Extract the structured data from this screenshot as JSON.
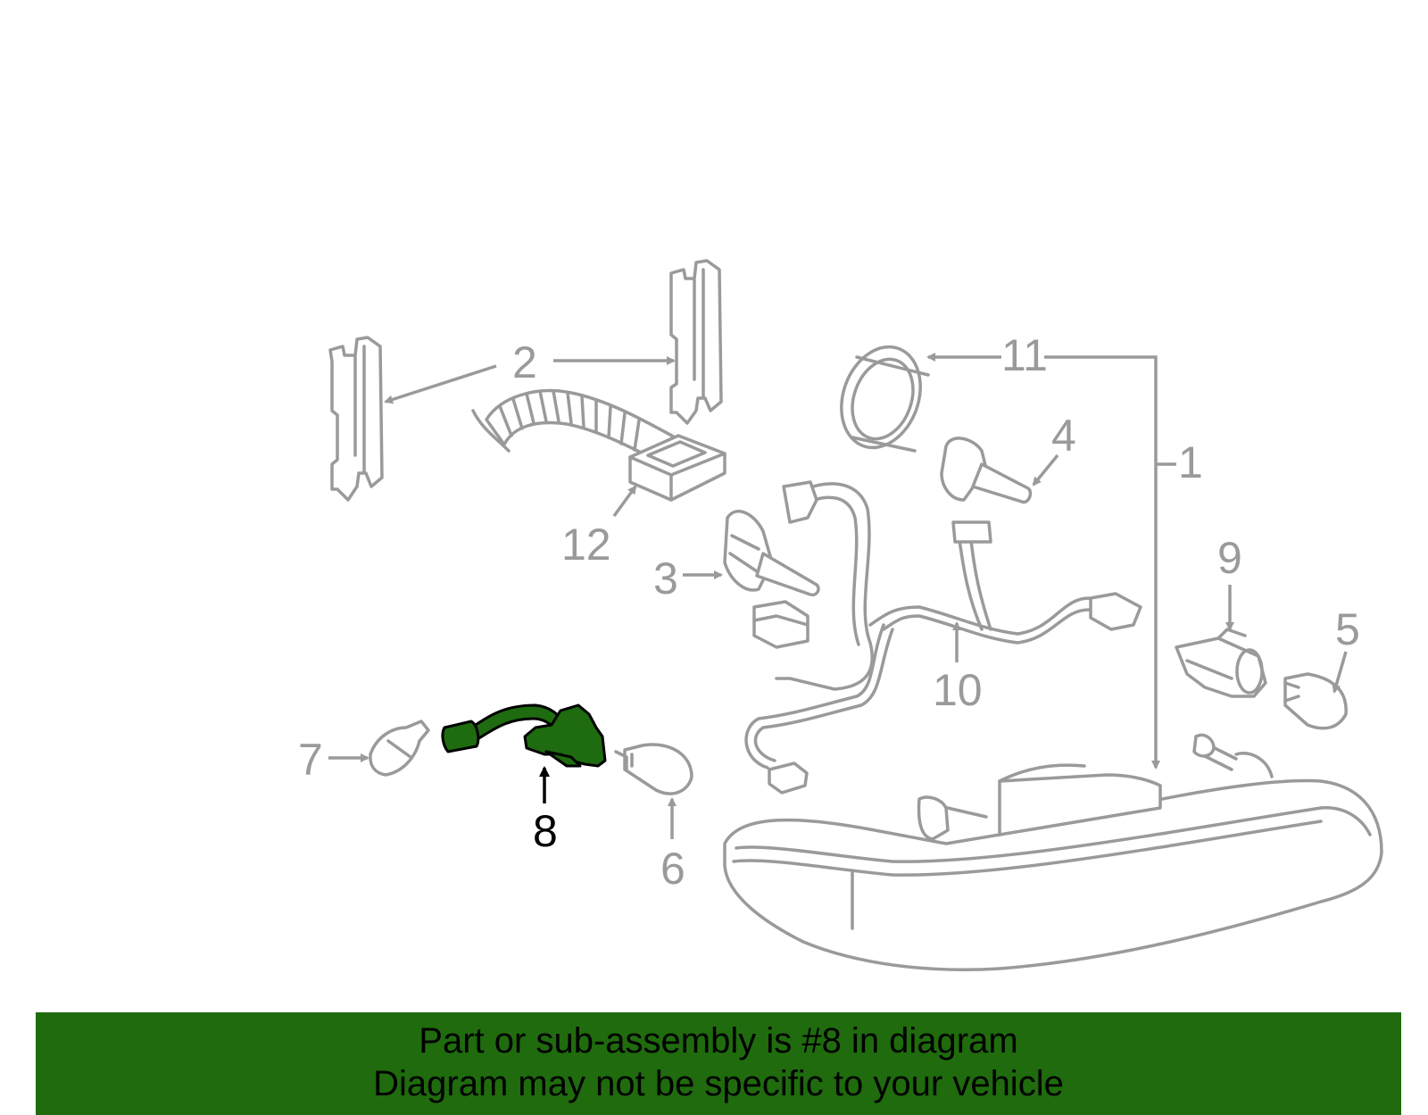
{
  "diagram": {
    "highlight_color": "#1e6b10",
    "part_color": "#9a9a9a",
    "callouts": {
      "c1": "1",
      "c2": "2",
      "c3": "3",
      "c4": "4",
      "c5": "5",
      "c6": "6",
      "c7": "7",
      "c8": "8",
      "c9": "9",
      "c10": "10",
      "c11": "11",
      "c12": "12"
    }
  },
  "banner": {
    "background_color": "#1f6b0e",
    "line1": "Part or sub-assembly is #8 in diagram",
    "line2": "Diagram may not be specific to your vehicle"
  }
}
